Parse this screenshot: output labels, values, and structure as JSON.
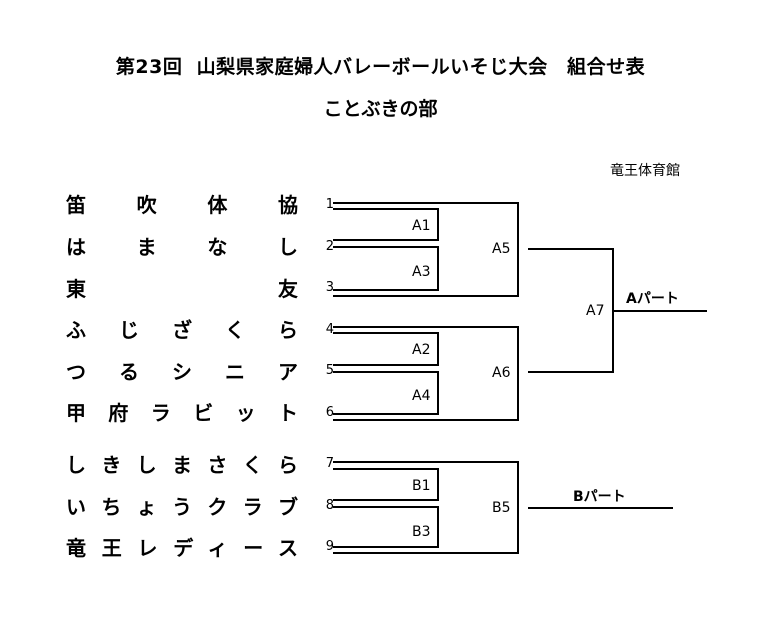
{
  "document": {
    "title": "第23回  山梨県家庭婦人バレーボールいそじ大会　組合せ表",
    "subtitle": "ことぶきの部",
    "venue": "竜王体育館",
    "background_color": "#ffffff",
    "line_color": "#000000"
  },
  "bracket": {
    "type": "single-elimination",
    "parts": [
      {
        "id": "A",
        "label": "Aパート"
      },
      {
        "id": "B",
        "label": "Bパート"
      }
    ],
    "entries": [
      {
        "seed": "1",
        "name": "笛吹体協",
        "part": "A"
      },
      {
        "seed": "2",
        "name": "はまなし",
        "part": "A"
      },
      {
        "seed": "3",
        "name": "東友",
        "part": "A"
      },
      {
        "seed": "4",
        "name": "ふじざくら",
        "part": "A"
      },
      {
        "seed": "5",
        "name": "つるシニア",
        "part": "A"
      },
      {
        "seed": "6",
        "name": "甲府ラビット",
        "part": "A"
      },
      {
        "seed": "7",
        "name": "しきしまさくら",
        "part": "B"
      },
      {
        "seed": "8",
        "name": "いちょうクラブ",
        "part": "B"
      },
      {
        "seed": "9",
        "name": "竜王レディース",
        "part": "B"
      }
    ],
    "matches": [
      {
        "code": "A1",
        "round": 1,
        "part": "A",
        "entrants": [
          "1",
          "2"
        ]
      },
      {
        "code": "A3",
        "round": 1,
        "part": "A",
        "entrants": [
          "2",
          "3"
        ]
      },
      {
        "code": "A2",
        "round": 1,
        "part": "A",
        "entrants": [
          "4",
          "5"
        ]
      },
      {
        "code": "A4",
        "round": 1,
        "part": "A",
        "entrants": [
          "5",
          "6"
        ]
      },
      {
        "code": "A5",
        "round": 2,
        "part": "A",
        "entrants": [
          "1",
          "3"
        ]
      },
      {
        "code": "A6",
        "round": 2,
        "part": "A",
        "entrants": [
          "4",
          "6"
        ]
      },
      {
        "code": "A7",
        "round": 3,
        "part": "A",
        "entrants": [
          "A5",
          "A6"
        ]
      },
      {
        "code": "B1",
        "round": 1,
        "part": "B",
        "entrants": [
          "7",
          "8"
        ]
      },
      {
        "code": "B3",
        "round": 1,
        "part": "B",
        "entrants": [
          "8",
          "9"
        ]
      },
      {
        "code": "B5",
        "round": 2,
        "part": "B",
        "entrants": [
          "7",
          "9"
        ]
      }
    ]
  }
}
